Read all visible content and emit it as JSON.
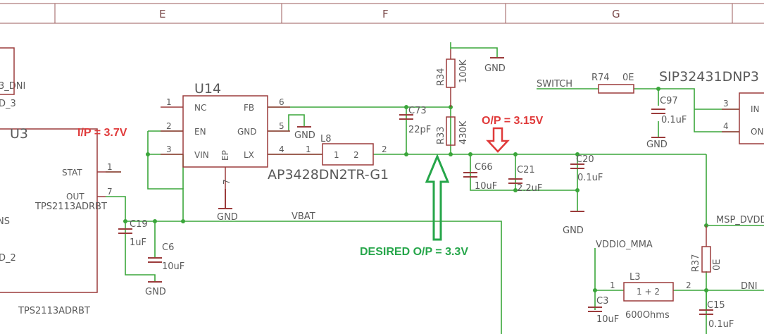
{
  "colors": {
    "wire": "#3aa63a",
    "part": "#9b3b3b",
    "text": "#5a5a5a",
    "frame": "#9b5b5b",
    "ann_red": "#e03a3a",
    "ann_green": "#26a64a"
  },
  "frame": {
    "col_e": "E",
    "col_f": "F",
    "col_g": "G"
  },
  "labels": {
    "u14": "U14",
    "u14_value": "AP3428DN2TR-G1",
    "u14_nc": "NC",
    "u14_en": "EN",
    "u14_vin": "VIN",
    "u14_fb": "FB",
    "u14_gnd": "GND",
    "u14_lx": "LX",
    "u14_ep": "EP",
    "u3": "U3",
    "u3_stat": "STAT",
    "u3_out": "OUT",
    "u3_part_top": "TPS2113ADRBT",
    "u3_part_bottom": "TPS2113ADRBT",
    "l8": "L8",
    "l3": "L3",
    "l3_value": "600Ohms",
    "r34": "R34",
    "r34_value": "100K",
    "r33": "R33",
    "r33_value": "430K",
    "r74": "R74",
    "r74_value": "0E",
    "r37": "R37",
    "r37_value": "0E",
    "c73": "C73",
    "c73_value": "22pF",
    "c66": "C66",
    "c66_value": "10uF",
    "c21": "C21",
    "c21_value": "2.2uF",
    "c20": "C20",
    "c20_value": "0.1uF",
    "c97": "C97",
    "c97_value": "0.1uF",
    "c19": "C19",
    "c19_value": "1uF",
    "c6": "C6",
    "c6_value": "10uF",
    "c3": "C3",
    "c3_value": "10uF",
    "c15": "C15",
    "c15_value": "0.1uF",
    "sip": "SIP32431DNP3",
    "sip_in": "IN",
    "sip_on": "ON",
    "net_switch": "SWITCH",
    "net_vbat": "VBAT",
    "net_msp": "MSP_DVDD",
    "net_vddio": "VDDIO_MMA",
    "net_dni": "DNI",
    "gnd": "GND",
    "left_dni": "3_DNI",
    "left_d3": "D_3",
    "left_d2": "D_2",
    "left_ns": "NS",
    "p1": "1",
    "p2": "2",
    "p3": "3",
    "p4": "4",
    "p5": "5",
    "p6": "6",
    "p7": "7",
    "p12": "1 + 2"
  },
  "annotations": {
    "input": "I/P = 3.7V",
    "output": "O/P = 3.15V",
    "desired": "DESIRED O/P = 3.3V"
  }
}
